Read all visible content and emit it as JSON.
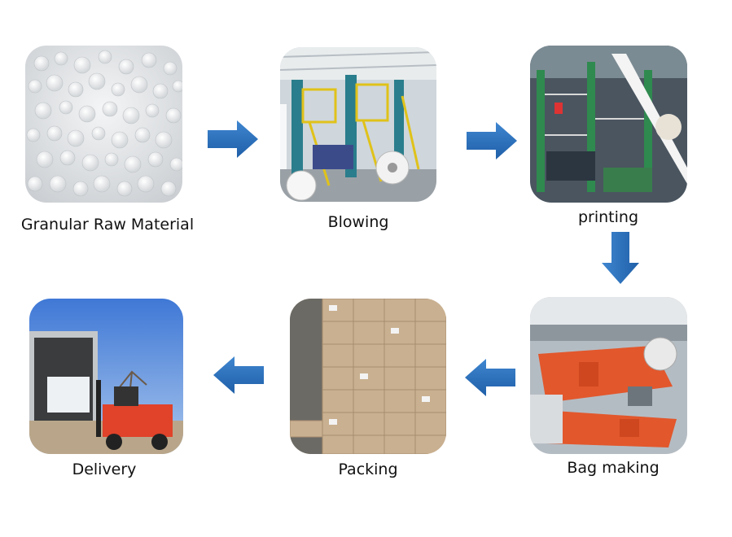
{
  "steps": [
    {
      "id": "granular",
      "label": "Granular Raw Material"
    },
    {
      "id": "blowing",
      "label": "Blowing"
    },
    {
      "id": "printing",
      "label": "printing"
    },
    {
      "id": "bag-making",
      "label": "Bag making"
    },
    {
      "id": "packing",
      "label": "Packing"
    },
    {
      "id": "delivery",
      "label": "Delivery"
    }
  ],
  "colors": {
    "arrow": "#1f5fa8",
    "arrow_light": "#3f86d0"
  }
}
